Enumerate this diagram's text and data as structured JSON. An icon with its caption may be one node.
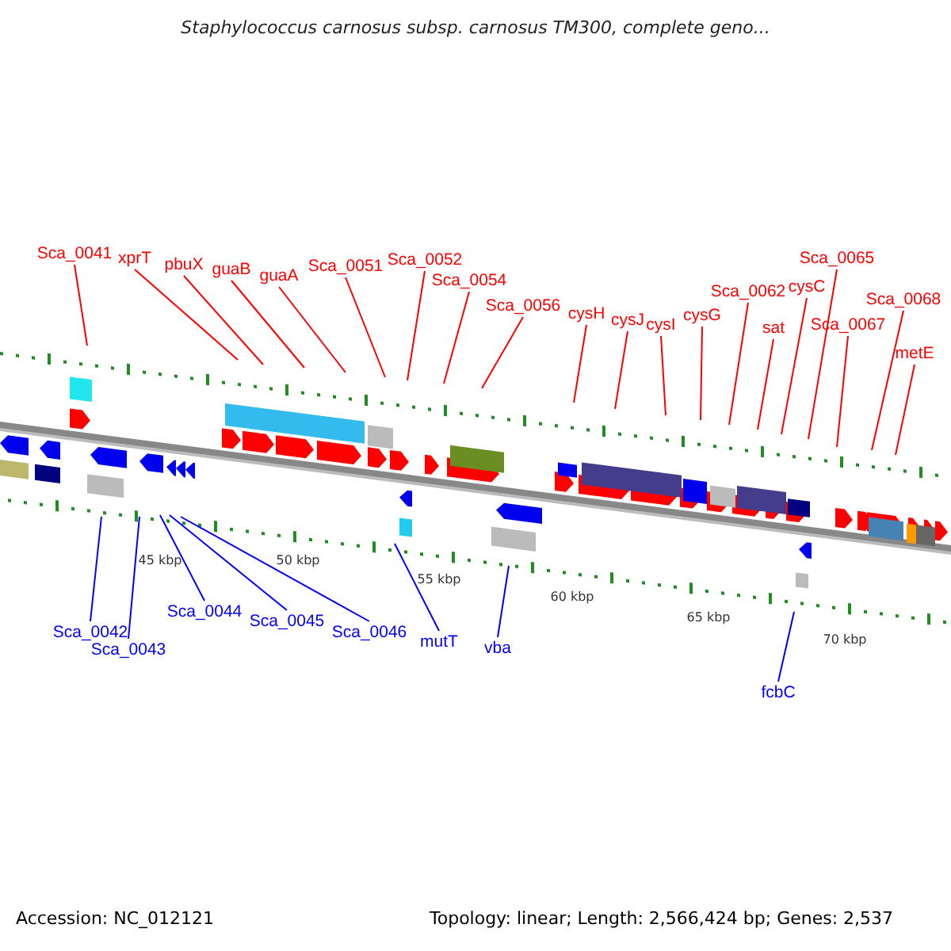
{
  "diagram": {
    "title": "Staphylococcus carnosus subsp. carnosus TM300, complete geno...",
    "nodes": [
      {
        "text": [
          "Sca_0041"
        ]
      },
      {
        "text": [
          "xprT"
        ]
      },
      {
        "text": [
          "pbuX"
        ]
      },
      {
        "text": [
          "guaB"
        ]
      },
      {
        "text": [
          "guaA"
        ]
      },
      {
        "text": [
          "Sca_0051"
        ]
      },
      {
        "text": [
          "Sca_0052"
        ]
      },
      {
        "text": [
          "Sca_0054"
        ]
      },
      {
        "text": [
          "Sca_0056"
        ]
      },
      {
        "text": [
          "cysH"
        ]
      },
      {
        "text": [
          "cysJ"
        ]
      },
      {
        "text": [
          "cysI"
        ]
      },
      {
        "text": [
          "cysG"
        ]
      },
      {
        "text": [
          "Sca_0062"
        ]
      },
      {
        "text": [
          "sat"
        ]
      },
      {
        "text": [
          "cysC"
        ]
      },
      {
        "text": [
          "Sca_0065"
        ]
      },
      {
        "text": [
          "Sca_0067"
        ]
      },
      {
        "text": [
          "Sca_0068"
        ]
      },
      {
        "text": [
          "metE"
        ]
      },
      {
        "text": [
          "Sca_0042"
        ]
      },
      {
        "text": [
          "Sca_0043"
        ]
      },
      {
        "text": [
          "Sca_0044"
        ]
      },
      {
        "text": [
          "Sca_0045"
        ]
      },
      {
        "text": [
          "Sca_0046"
        ]
      },
      {
        "text": [
          "mutT"
        ]
      },
      {
        "text": [
          "vba"
        ]
      },
      {
        "text": [
          "fcbC"
        ]
      }
    ],
    "edges": [
      {
        "from": 0,
        "to": null,
        "arrow": "none"
      },
      {
        "from": 1,
        "to": null,
        "arrow": "none"
      },
      {
        "from": 2,
        "to": null,
        "arrow": "none"
      },
      {
        "from": 3,
        "to": null,
        "arrow": "none"
      },
      {
        "from": 4,
        "to": null,
        "arrow": "none"
      },
      {
        "from": 5,
        "to": null,
        "arrow": "none"
      },
      {
        "from": 6,
        "to": null,
        "arrow": "none"
      },
      {
        "from": 7,
        "to": null,
        "arrow": "none"
      },
      {
        "from": 8,
        "to": null,
        "arrow": "none"
      },
      {
        "from": 9,
        "to": null,
        "arrow": "none"
      },
      {
        "from": 10,
        "to": null,
        "arrow": "none"
      },
      {
        "from": 11,
        "to": null,
        "arrow": "none"
      },
      {
        "from": 12,
        "to": null,
        "arrow": "none"
      },
      {
        "from": 13,
        "to": null,
        "arrow": "none"
      },
      {
        "from": 14,
        "to": null,
        "arrow": "none"
      },
      {
        "from": 15,
        "to": null,
        "arrow": "none"
      },
      {
        "from": 16,
        "to": null,
        "arrow": "none"
      },
      {
        "from": 17,
        "to": null,
        "arrow": "none"
      },
      {
        "from": 18,
        "to": null,
        "arrow": "none"
      },
      {
        "from": 19,
        "to": null,
        "arrow": "none"
      },
      {
        "from": 20,
        "to": null,
        "arrow": "none",
        "color": "#0000ff"
      },
      {
        "from": 21,
        "to": null,
        "arrow": "none",
        "color": "#0000ff"
      },
      {
        "from": 22,
        "to": null,
        "arrow": "none",
        "color": "#0000ff"
      },
      {
        "from": 23,
        "to": null,
        "arrow": "none",
        "color": "#0000ff"
      },
      {
        "from": 24,
        "to": null,
        "arrow": "none",
        "color": "#0000ff"
      },
      {
        "from": 25,
        "to": null,
        "arrow": "none",
        "color": "#0000ff"
      },
      {
        "from": 26,
        "to": null,
        "arrow": "none",
        "color": "#0000ff"
      },
      {
        "from": 27,
        "to": null,
        "arrow": "none",
        "color": "#0000ff"
      }
    ],
    "labels": [
      "45 kbp",
      "50 kbp",
      "55 kbp",
      "60 kbp",
      "65 kbp",
      "70 kbp",
      "Accession: NC_012121",
      "Topology: linear; Length: 2,566,424 bp; Genes: 2,537"
    ]
  }
}
